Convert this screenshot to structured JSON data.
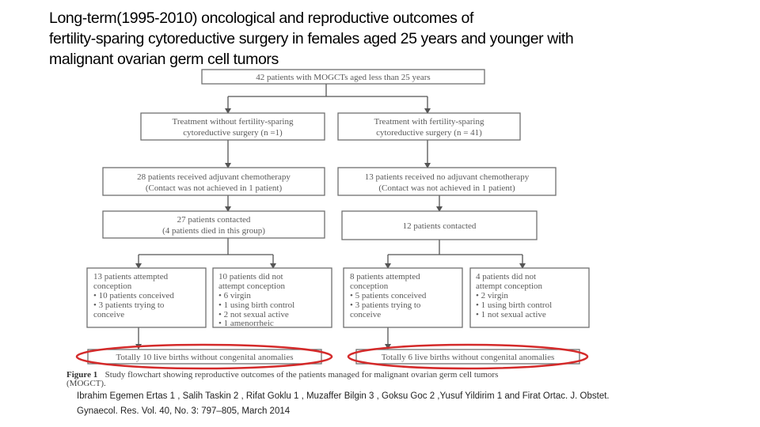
{
  "title": {
    "line1": "Long-term(1995-2010) oncological and reproductive outcomes of",
    "line2": "fertility-sparing cytoreductive surgery in females aged 25 years and younger with",
    "line3": "malignant ovarian germ cell tumors"
  },
  "flowchart": {
    "root": "42 patients with MOGCTs aged less than 25 years",
    "no_sparing": [
      "Treatment without fertility-sparing",
      "cytoreductive surgery (n =1)"
    ],
    "sparing": [
      "Treatment with fertility-sparing",
      "cytoreductive surgery (n = 41)"
    ],
    "adjuvant": [
      "28 patients received adjuvant chemotherapy",
      "(Contact was not achieved in 1 patient)"
    ],
    "no_adjuvant": [
      "13 patients received no adjuvant chemotherapy",
      "(Contact was not achieved in 1 patient)"
    ],
    "contacted_left": [
      "27 patients contacted",
      "(4 patients died in this group)"
    ],
    "contacted_right": [
      "12 patients contacted"
    ],
    "box_a": [
      "13 patients attempted",
      "conception",
      "• 10 patients conceived",
      "• 3 patients trying to",
      "conceive"
    ],
    "box_b": [
      "10 patients did not",
      "attempt conception",
      "• 6 virgin",
      "• 1 using birth control",
      "• 2 not sexual active",
      "• 1 amenorrheic"
    ],
    "box_c": [
      "8 patients attempted",
      "conception",
      "• 5 patients conceived",
      "• 3 patients trying to",
      "conceive"
    ],
    "box_d": [
      "4 patients did not",
      "attempt conception",
      "• 2 virgin",
      "• 1 using birth control",
      "• 1 not sexual active"
    ],
    "births_left": "Totally 10 live births without congenital anomalies",
    "births_right": "Totally 6 live births without congenital anomalies",
    "figure_label": "Figure 1",
    "figure_caption_1": "Study flowchart showing reproductive outcomes of the patients managed for malignant ovarian germ cell tumors",
    "figure_caption_2": "(MOGCT)."
  },
  "citation": {
    "line1": "Ibrahim Egemen Ertas 1 , Salih Taskin 2 , Rifat Goklu 1 , Muzaffer Bilgin 3 , Goksu Goc 2 ,Yusuf Yildirim 1 and Firat Ortac. J. Obstet.",
    "line2": "Gynaecol. Res. Vol. 40, No. 3: 797–805, March 2014"
  },
  "colors": {
    "highlight_ellipse": "#d42a2a",
    "box_border": "#6f6f6f",
    "flow_text": "#5a5a5a"
  }
}
